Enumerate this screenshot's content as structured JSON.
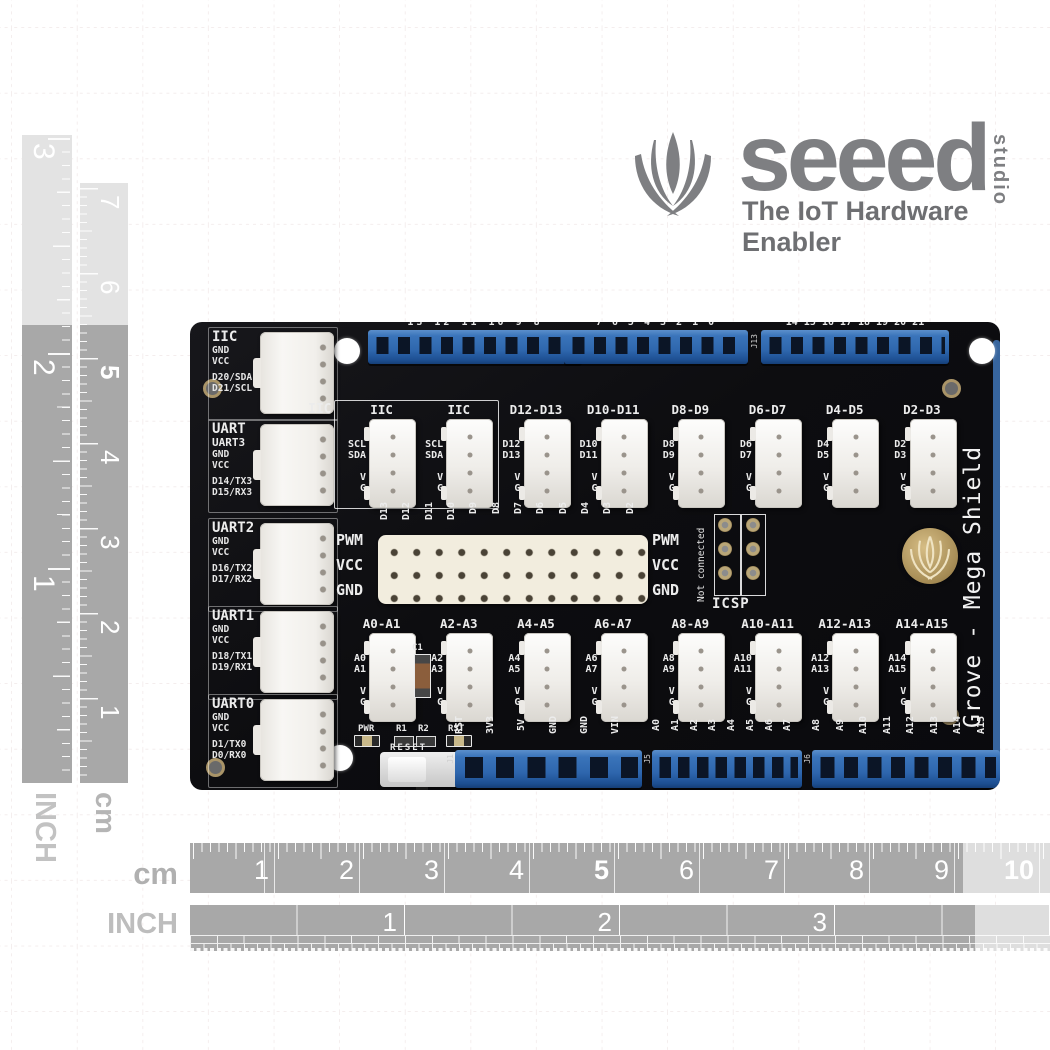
{
  "logo": {
    "brand": "seeed",
    "studio": "studio",
    "tagline": "The IoT Hardware Enabler"
  },
  "colors": {
    "board_black": "#0d0d10",
    "header_blue": "#2e66ad",
    "connector_white": "#f4f2ee",
    "silkscreen_white": "#ececec",
    "pwm_cream": "#f2edde",
    "ruler_dark": "#a8a8a8",
    "ruler_light": "#e3e3e3",
    "logo_gray": "#7e7f82",
    "gold_pad": "#b9a678"
  },
  "rulers": {
    "left_inch": {
      "unit": "INCH",
      "numbers": [
        "3",
        "2",
        "1"
      ]
    },
    "left_cm": {
      "unit": "cm",
      "numbers": [
        "7",
        "6",
        "5",
        "4",
        "3",
        "2",
        "1"
      ]
    },
    "bottom_cm": {
      "unit": "cm",
      "numbers": [
        "1",
        "2",
        "3",
        "4",
        "5",
        "6",
        "7",
        "8",
        "9",
        "10"
      ]
    },
    "bottom_inch": {
      "unit": "INCH",
      "numbers": [
        "1",
        "2",
        "3"
      ]
    }
  },
  "board": {
    "title_vertical": "Grove - Mega Shield",
    "top_headers": [
      {
        "labels": "13 12 11 10 9 8"
      },
      {
        "labels": "7 6 5 4 3 2 1 0"
      },
      {
        "labels": "14 15 16 17 18 19 20 21"
      }
    ],
    "top_designator": "J13",
    "left_connectors": [
      {
        "name": "IIC",
        "name2": "",
        "pins": [
          "GND",
          "VCC",
          "D20/SDA",
          "D21/SCL"
        ]
      },
      {
        "name": "UART",
        "name2": "UART3",
        "pins": [
          "GND",
          "VCC",
          "D14/TX3",
          "D15/RX3"
        ]
      },
      {
        "name": "UART2",
        "name2": "",
        "pins": [
          "GND",
          "VCC",
          "D16/TX2",
          "D17/RX2"
        ]
      },
      {
        "name": "UART1",
        "name2": "",
        "pins": [
          "GND",
          "VCC",
          "D18/TX1",
          "D19/RX1"
        ]
      },
      {
        "name": "UART0",
        "name2": "",
        "pins": [
          "GND",
          "VCC",
          "D1/TX0",
          "D0/RX0"
        ]
      }
    ],
    "iic_group_label": "IIC",
    "middle_connectors": [
      {
        "label": "IIC",
        "pin1": "SCL",
        "pin2": "SDA",
        "v": "V",
        "g": "G"
      },
      {
        "label": "IIC",
        "pin1": "SCL",
        "pin2": "SDA",
        "v": "V",
        "g": "G"
      },
      {
        "label": "D12-D13",
        "pin1": "D12",
        "pin2": "D13",
        "v": "V",
        "g": "G"
      },
      {
        "label": "D10-D11",
        "pin1": "D10",
        "pin2": "D11",
        "v": "V",
        "g": "G"
      },
      {
        "label": "D8-D9",
        "pin1": "D8",
        "pin2": "D9",
        "v": "V",
        "g": "G"
      },
      {
        "label": "D6-D7",
        "pin1": "D6",
        "pin2": "D7",
        "v": "V",
        "g": "G"
      },
      {
        "label": "D4-D5",
        "pin1": "D4",
        "pin2": "D5",
        "v": "V",
        "g": "G"
      },
      {
        "label": "D2-D3",
        "pin1": "D2",
        "pin2": "D3",
        "v": "V",
        "g": "G"
      }
    ],
    "pwm": {
      "columns": [
        "D13",
        "D12",
        "D11",
        "D10",
        "D9",
        "D8",
        "D7",
        "D6",
        "D5",
        "D4",
        "D3",
        "D2"
      ],
      "rows_left": [
        "PWM",
        "VCC",
        "GND"
      ],
      "rows_right": [
        "PWM",
        "VCC",
        "GND"
      ]
    },
    "icsp": {
      "label": "ICSP",
      "note": "Not connected"
    },
    "bottom_connectors": [
      {
        "label": "A0-A1",
        "pin1": "A0",
        "pin2": "A1",
        "v": "V",
        "g": "G"
      },
      {
        "label": "A2-A3",
        "pin1": "A2",
        "pin2": "A3",
        "v": "V",
        "g": "G"
      },
      {
        "label": "A4-A5",
        "pin1": "A4",
        "pin2": "A5",
        "v": "V",
        "g": "G"
      },
      {
        "label": "A6-A7",
        "pin1": "A6",
        "pin2": "A7",
        "v": "V",
        "g": "G"
      },
      {
        "label": "A8-A9",
        "pin1": "A8",
        "pin2": "A9",
        "v": "V",
        "g": "G"
      },
      {
        "label": "A10-A11",
        "pin1": "A10",
        "pin2": "A11",
        "v": "V",
        "g": "G"
      },
      {
        "label": "A12-A13",
        "pin1": "A12",
        "pin2": "A13",
        "v": "V",
        "g": "G"
      },
      {
        "label": "A14-A15",
        "pin1": "A14",
        "pin2": "A15",
        "v": "V",
        "g": "G"
      }
    ],
    "components": {
      "c1": "C1",
      "pwr": "PWR",
      "r1": "R1",
      "r2": "R2",
      "rst": "RST",
      "reset": "RESET"
    },
    "bottom_headers": [
      {
        "designator": "J1",
        "pins": [
          "RST",
          "3V3",
          "5V",
          "GND",
          "GND",
          "VIN"
        ]
      },
      {
        "designator": "J5",
        "pins": [
          "A0",
          "A1",
          "A2",
          "A3",
          "A4",
          "A5",
          "A6",
          "A7"
        ]
      },
      {
        "designator": "J6",
        "pins": [
          "A8",
          "A9",
          "A10",
          "A11",
          "A12",
          "A13",
          "A14",
          "A15"
        ]
      }
    ]
  }
}
